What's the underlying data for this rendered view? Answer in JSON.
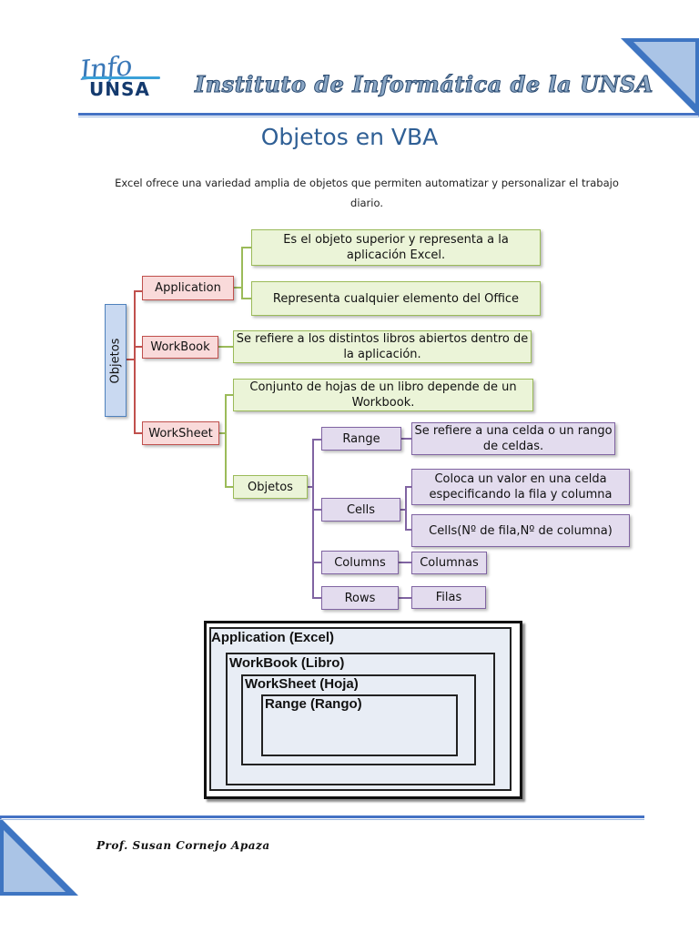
{
  "header": {
    "logo_top": "Info",
    "logo_bottom": "UNSA",
    "institute_title": "Instituto de Informática de la UNSA"
  },
  "page_title": "Objetos en VBA",
  "intro": "Excel ofrece una variedad amplia de objetos que permiten automatizar y personalizar el trabajo diario.",
  "diagram": {
    "root": "Objetos",
    "application": "Application",
    "application_desc_1": "Es el objeto superior y representa a la aplicación Excel.",
    "application_desc_2": "Representa cualquier elemento del Office",
    "workbook": "WorkBook",
    "workbook_desc": "Se refiere a los distintos libros abiertos dentro de la aplicación.",
    "worksheet": "WorkSheet",
    "worksheet_desc": "Conjunto de hojas de un libro depende de un Workbook.",
    "objetos": "Objetos",
    "range": "Range",
    "range_desc": "Se refiere a una celda o un rango de celdas.",
    "cells": "Cells",
    "cells_desc_1": "Coloca un valor en una celda especificando la fila y columna",
    "cells_desc_2": "Cells(Nº de fila,Nº de columna)",
    "columns": "Columns",
    "columns_desc": "Columnas",
    "rows": "Rows",
    "rows_desc": "Filas"
  },
  "nested": {
    "application": "Application (Excel)",
    "workbook": "WorkBook (Libro)",
    "worksheet": "WorkSheet (Hoja)",
    "range": "Range (Rango)"
  },
  "colors": {
    "accent_blue": "#4472c4",
    "green": "#9bbb59",
    "red": "#c0504d",
    "purple": "#8064a2"
  },
  "footer": "Prof. Susan Cornejo Apaza"
}
